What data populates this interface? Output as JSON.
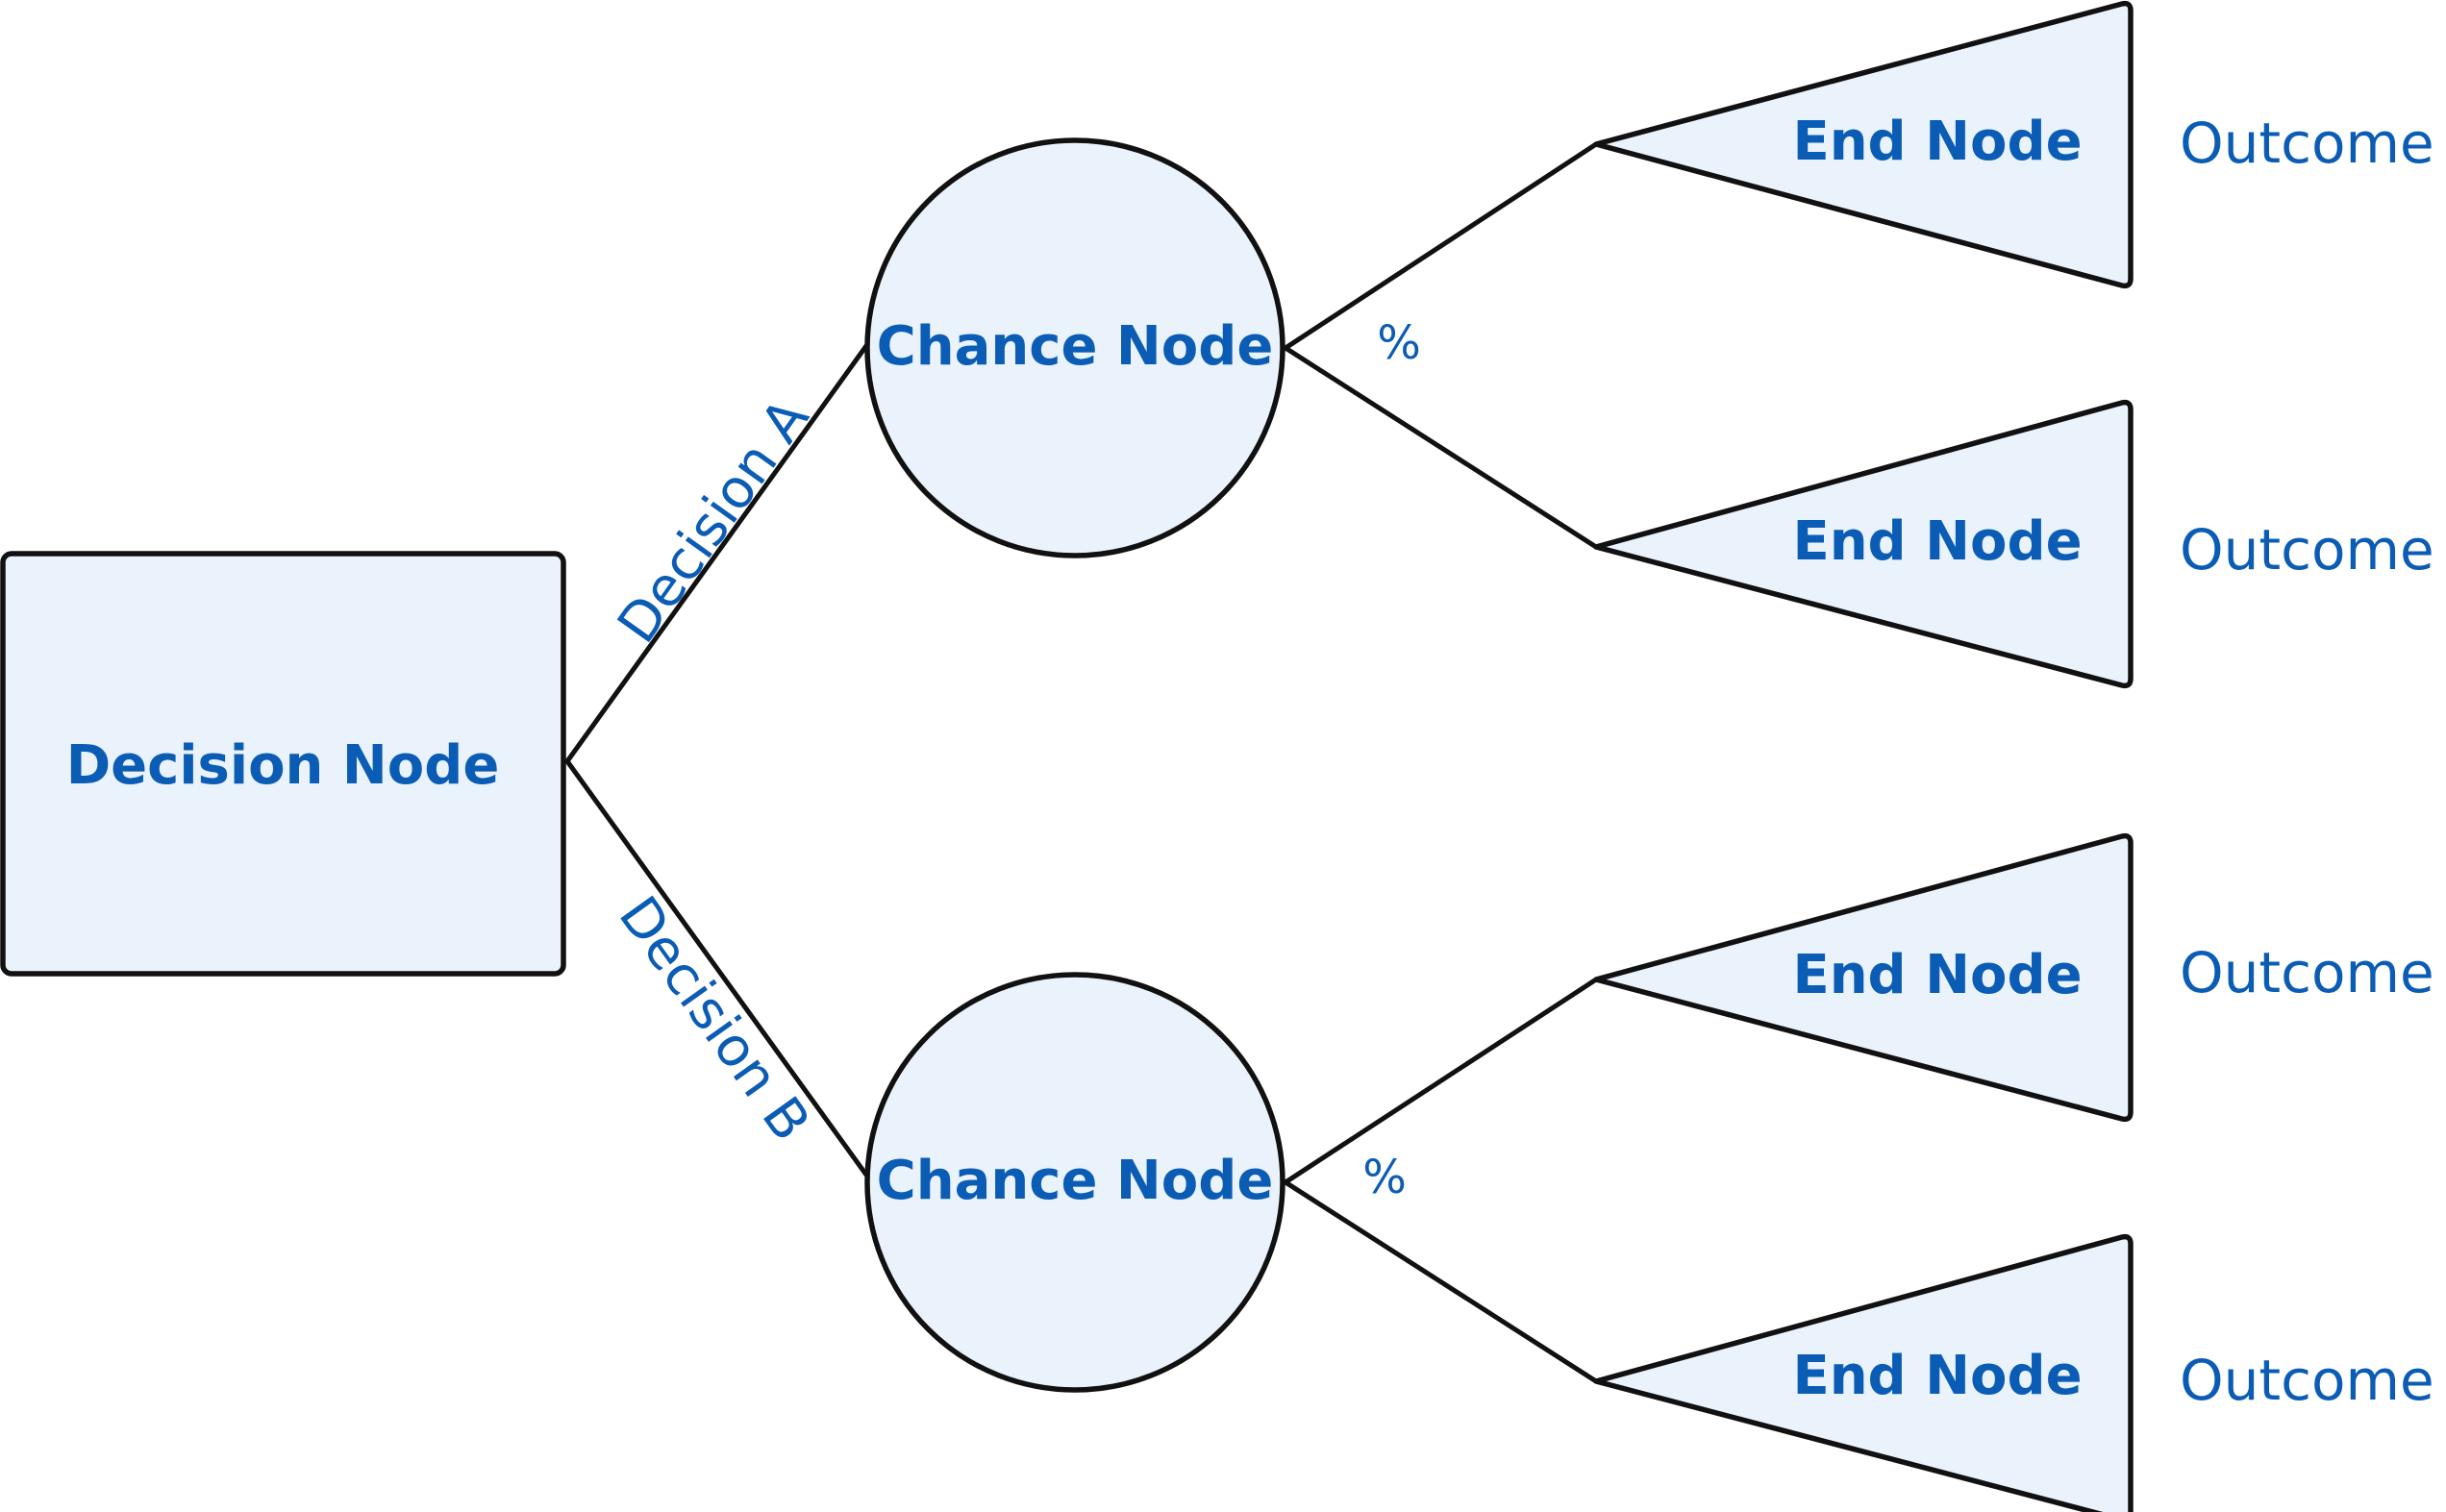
{
  "decision_node": {
    "label": "Decision Node"
  },
  "decisions": [
    {
      "branch_label": "Decision A",
      "chance_node": {
        "label": "Chance Node",
        "probability": "%"
      },
      "end_nodes": [
        {
          "label": "End Node",
          "outcome": "Outcome"
        },
        {
          "label": "End Node",
          "outcome": "Outcome"
        }
      ]
    },
    {
      "branch_label": "Decision B",
      "chance_node": {
        "label": "Chance Node",
        "probability": "%"
      },
      "end_nodes": [
        {
          "label": "End Node",
          "outcome": "Outcome"
        },
        {
          "label": "End Node",
          "outcome": "Outcome"
        }
      ]
    }
  ],
  "colors": {
    "node_fill": "#eaf3fc",
    "stroke": "#111111",
    "text": "#0b5cb5"
  }
}
